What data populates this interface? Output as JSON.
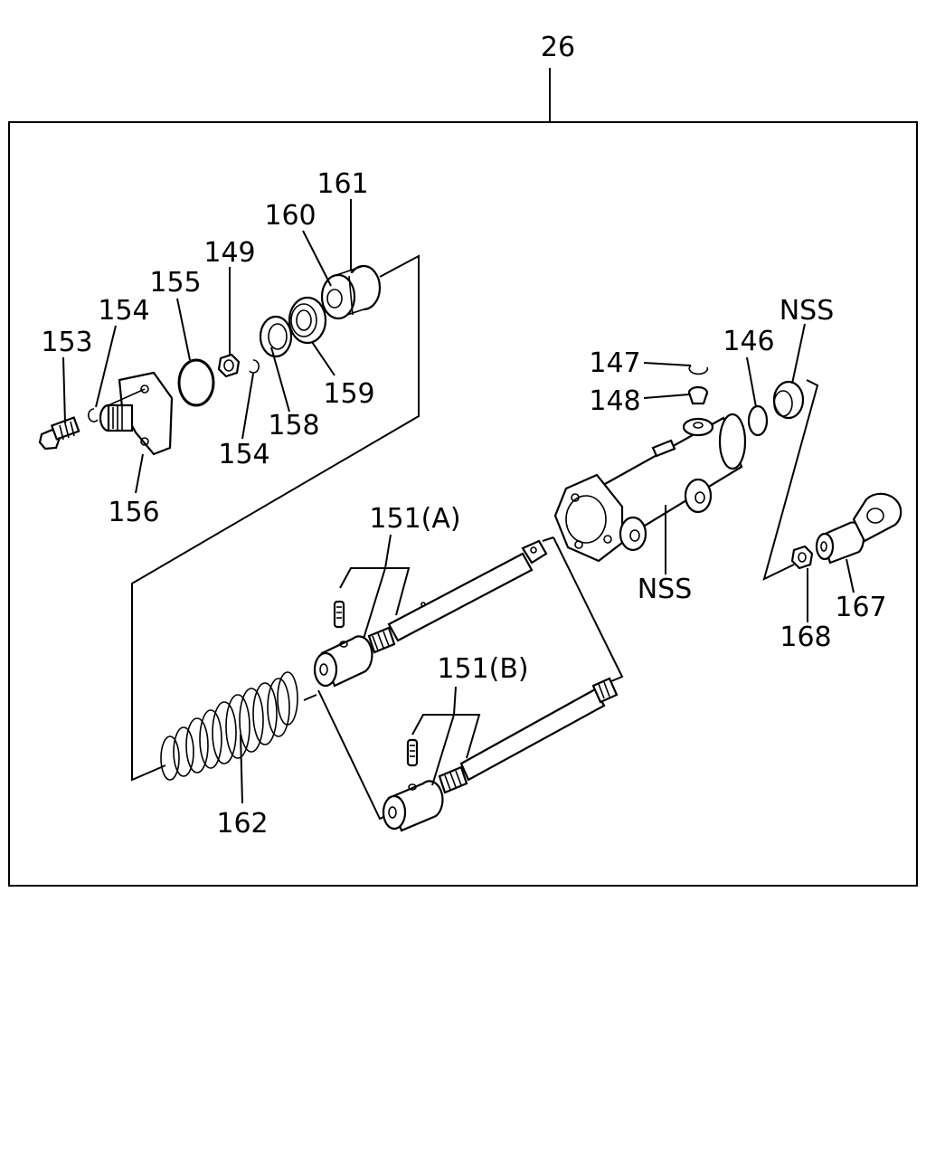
{
  "assembly_callout": "26",
  "callouts": {
    "c146": "146",
    "c147": "147",
    "c148": "148",
    "c149": "149",
    "c151a": "151(A)",
    "c151b": "151(B)",
    "c153": "153",
    "c154_top": "154",
    "c154_bottom": "154",
    "c155": "155",
    "c156": "156",
    "c158": "158",
    "c159": "159",
    "c160": "160",
    "c161": "161",
    "c162": "162",
    "c167": "167",
    "c168": "168",
    "nss_top": "NSS",
    "nss_body": "NSS"
  }
}
